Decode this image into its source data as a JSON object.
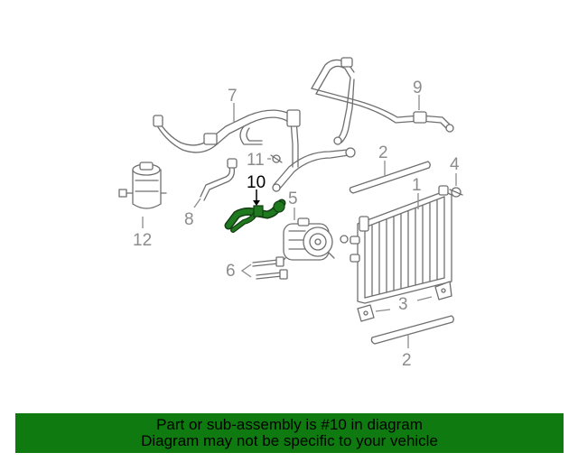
{
  "callouts": {
    "c1": "1",
    "c2_top": "2",
    "c2_bottom": "2",
    "c3": "3",
    "c4": "4",
    "c5": "5",
    "c6": "6",
    "c7": "7",
    "c8": "8",
    "c9": "9",
    "c10": "10",
    "c11": "11",
    "c12": "12"
  },
  "highlight_part": "10",
  "colors": {
    "highlight": "#1f7a1f",
    "banner": "#0f7a0f",
    "callout_text": "#8c8c8c",
    "line_art": "#6f6f6f"
  },
  "banner": {
    "line1": "Part or sub-assembly is #10 in diagram",
    "line2": "Diagram may not be specific to your vehicle"
  }
}
